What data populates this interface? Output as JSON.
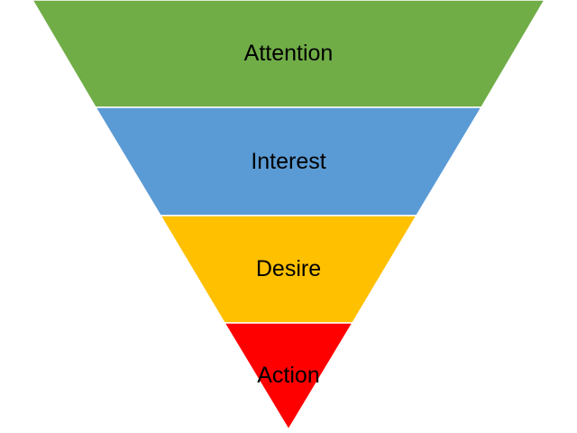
{
  "funnel": {
    "stages": [
      {
        "label": "Attention",
        "color": "#70AD47"
      },
      {
        "label": "Interest",
        "color": "#5B9BD5"
      },
      {
        "label": "Desire",
        "color": "#FFC000"
      },
      {
        "label": "Action",
        "color": "#FF0000"
      }
    ]
  }
}
